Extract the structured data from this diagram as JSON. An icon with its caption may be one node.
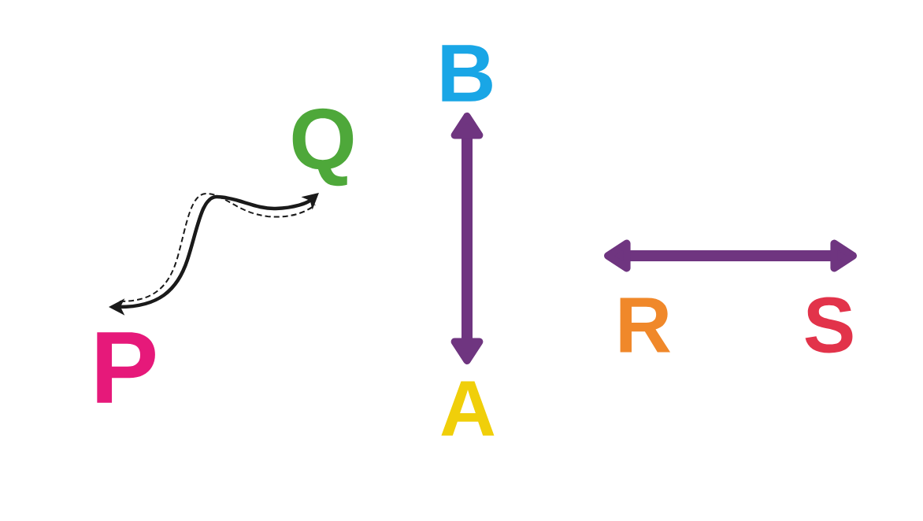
{
  "diagram": {
    "nodes": [
      {
        "text": [
          "P"
        ]
      },
      {
        "text": [
          "Q"
        ]
      },
      {
        "text": [
          "B"
        ]
      },
      {
        "text": [
          "A"
        ]
      },
      {
        "text": [
          "R"
        ]
      },
      {
        "text": [
          "S"
        ]
      }
    ],
    "edges": [
      {
        "from": 0,
        "to": 1,
        "arrow": "both",
        "color": "#1a1a1a"
      },
      {
        "from": 0,
        "to": 1,
        "arrow": "none",
        "style": "dashed",
        "color": "#1a1a1a"
      },
      {
        "from": 2,
        "to": 3,
        "arrow": "both",
        "style": "thick",
        "color": "#6f3580"
      },
      {
        "from": 4,
        "to": 5,
        "arrow": "both",
        "style": "thick",
        "color": "#6f3580"
      }
    ]
  }
}
